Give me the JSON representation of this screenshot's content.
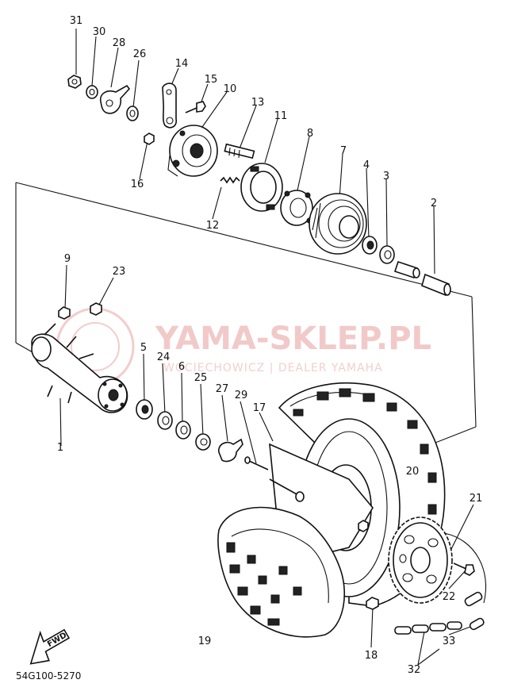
{
  "diagram": {
    "callouts": [
      "31",
      "30",
      "28",
      "26",
      "14",
      "15",
      "10",
      "13",
      "11",
      "8",
      "7",
      "4",
      "3",
      "2",
      "16",
      "12",
      "9",
      "23",
      "5",
      "24",
      "6",
      "25",
      "27",
      "29",
      "17",
      "20",
      "21",
      "22",
      "19",
      "18",
      "33",
      "32",
      "1"
    ],
    "diagram_code": "54G100-5270",
    "fwd_label": "FWD"
  },
  "watermark": {
    "title": "YAMA-SKLEP.PL",
    "subtitle": "WOCIECHOWICZ | DEALER YAMAHA"
  },
  "colors": {
    "ink": "#111111",
    "watermark": "#f2c9c9"
  }
}
